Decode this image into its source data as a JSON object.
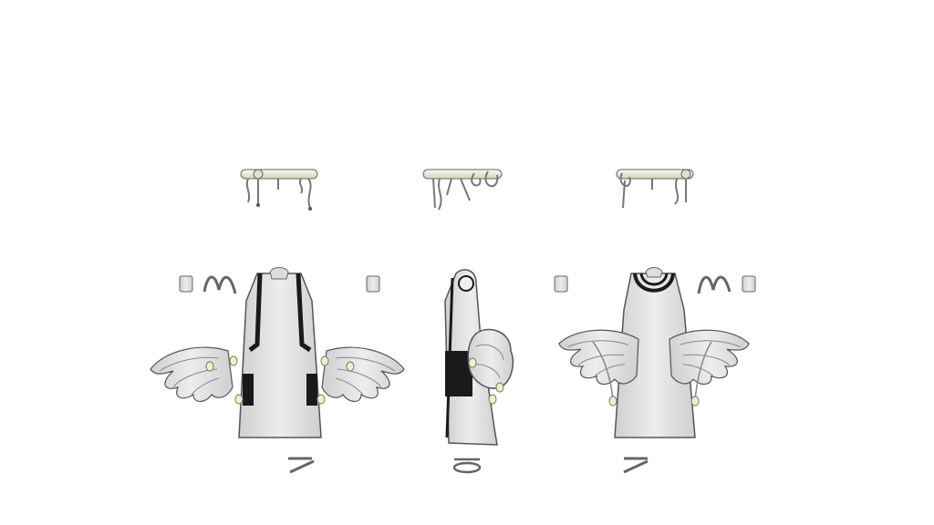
{
  "colors": {
    "background": "#ffffff",
    "fabric": "#e4e4e4",
    "fabric_shade": "#c8c8c8",
    "outline": "#555555",
    "trim": "#1a1a1a",
    "rod": "#efeadb",
    "bead": "#f3efc0"
  },
  "views": [
    {
      "id": "front"
    },
    {
      "id": "side"
    },
    {
      "id": "back"
    }
  ]
}
